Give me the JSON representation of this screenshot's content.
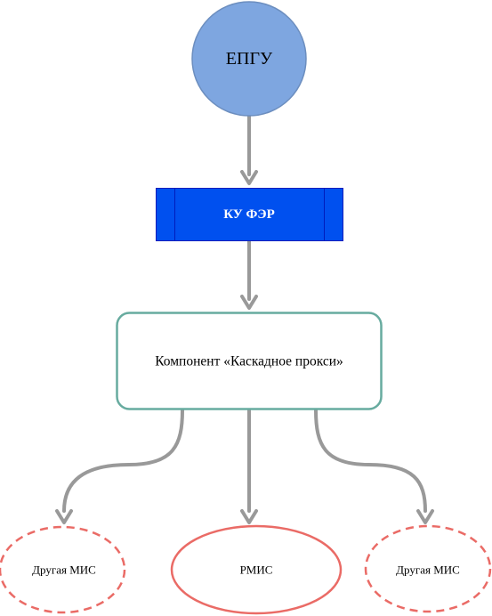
{
  "nodes": {
    "epgu": {
      "label": "ЕПГУ",
      "fill": "#7ea6e0",
      "stroke": "#6c8ebf"
    },
    "ku_fer": {
      "label": "КУ ФЭР",
      "fill": "#0050ef",
      "stroke": "#001dbc",
      "text_color": "#ffffff"
    },
    "cascade_proxy": {
      "label": "Компонент «Каскадное прокси»",
      "fill": "#ffffff",
      "stroke": "#67ab9f"
    },
    "other_mis_left": {
      "label": "Другая МИС",
      "stroke": "#ea6b66",
      "style": "dashed"
    },
    "rmis": {
      "label": "РМИС",
      "stroke": "#ea6b66",
      "style": "solid"
    },
    "other_mis_right": {
      "label": "Другая МИС",
      "stroke": "#ea6b66",
      "style": "dashed"
    }
  },
  "edges": {
    "color": "#999999",
    "links": [
      {
        "from": "ЕПГУ",
        "to": "КУ ФЭР"
      },
      {
        "from": "КУ ФЭР",
        "to": "Компонент «Каскадное прокси»"
      },
      {
        "from": "Компонент «Каскадное прокси»",
        "to": "Другая МИС"
      },
      {
        "from": "Компонент «Каскадное прокси»",
        "to": "РМИС"
      },
      {
        "from": "Компонент «Каскадное прокси»",
        "to": "Другая МИС"
      }
    ]
  }
}
